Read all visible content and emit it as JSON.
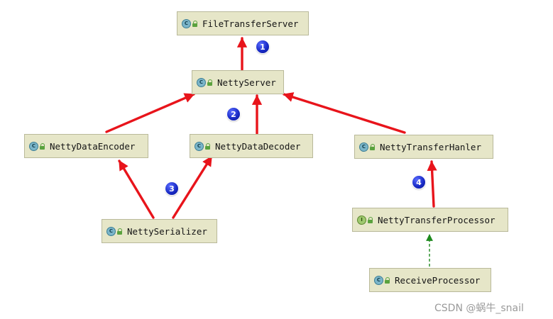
{
  "diagram": {
    "nodes": [
      {
        "id": "FileTransferServer",
        "label": "FileTransferServer",
        "kind": "class"
      },
      {
        "id": "NettyServer",
        "label": "NettyServer",
        "kind": "class"
      },
      {
        "id": "NettyDataEncoder",
        "label": "NettyDataEncoder",
        "kind": "class"
      },
      {
        "id": "NettyDataDecoder",
        "label": "NettyDataDecoder",
        "kind": "class"
      },
      {
        "id": "NettyTransferHanler",
        "label": "NettyTransferHanler",
        "kind": "class"
      },
      {
        "id": "NettySerializer",
        "label": "NettySerializer",
        "kind": "class"
      },
      {
        "id": "NettyTransferProcessor",
        "label": "NettyTransferProcessor",
        "kind": "interface"
      },
      {
        "id": "ReceiveProcessor",
        "label": "ReceiveProcessor",
        "kind": "class"
      }
    ],
    "edges": [
      {
        "from": "NettyServer",
        "to": "FileTransferServer",
        "style": "solid-red"
      },
      {
        "from": "NettyDataEncoder",
        "to": "NettyServer",
        "style": "solid-red"
      },
      {
        "from": "NettyDataDecoder",
        "to": "NettyServer",
        "style": "solid-red"
      },
      {
        "from": "NettyTransferHanler",
        "to": "NettyServer",
        "style": "solid-red"
      },
      {
        "from": "NettySerializer",
        "to": "NettyDataEncoder",
        "style": "solid-red"
      },
      {
        "from": "NettySerializer",
        "to": "NettyDataDecoder",
        "style": "solid-red"
      },
      {
        "from": "NettyTransferProcessor",
        "to": "NettyTransferHanler",
        "style": "solid-red"
      },
      {
        "from": "ReceiveProcessor",
        "to": "NettyTransferProcessor",
        "style": "dashed-green"
      }
    ],
    "markers": [
      "1",
      "2",
      "3",
      "4"
    ],
    "badge_letters": {
      "class": "C",
      "interface": "I"
    },
    "colors": {
      "node_fill": "#e6e6c8",
      "node_border": "#b9b99a",
      "arrow_red": "#e8141b",
      "arrow_green": "#1e8a1e",
      "marker_blue": "#1a2cc8"
    }
  },
  "watermark": "CSDN @蜗牛_snail"
}
